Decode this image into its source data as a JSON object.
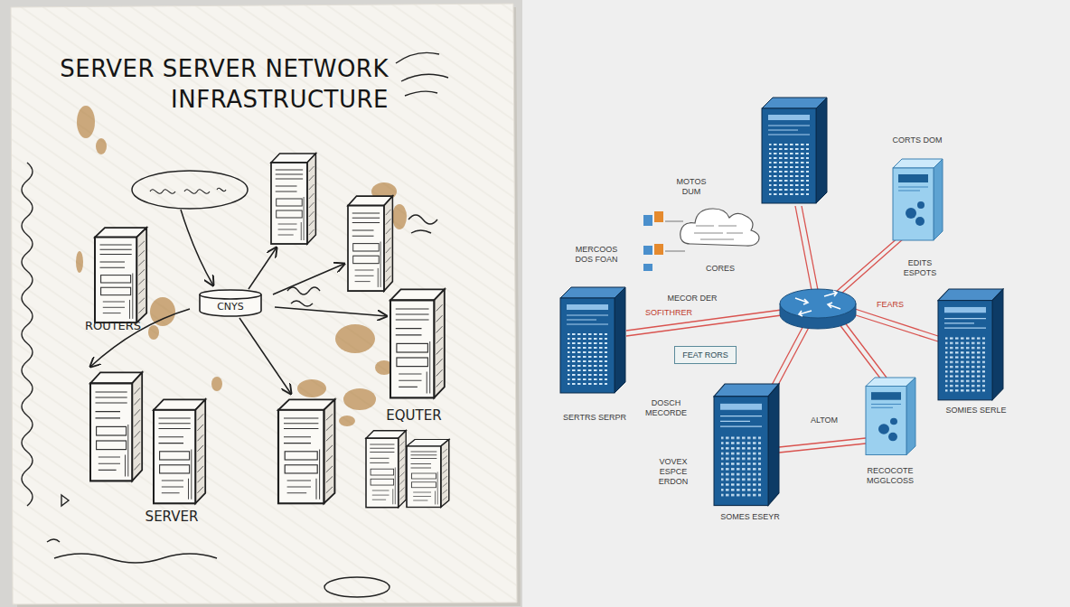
{
  "diagram": {
    "title": "SERVER SERVER NETWORK INFRASTRUCTURE",
    "nodes": [
      {
        "text": [
          "CNYS"
        ]
      },
      {
        "text": [
          "FEAT RORS"
        ]
      }
    ],
    "labels": [
      "ROUTERS",
      "EQUTER",
      "SERVER",
      "CORTS DOM",
      "MOTOS DUM",
      "MERCOOS DOS FOAN",
      "CORES",
      "MECOR DER",
      "EDITS ESPOTS",
      "SOFITHRER",
      "FEARS",
      "SERTRS SERPR",
      "DOSCH MECORDE",
      "ALTOM",
      "SOMIES SERLE",
      "VOVEX ESPCE ERDON",
      "SOMES ESEYR",
      "RECOCOTE MGGLCOSS"
    ]
  }
}
